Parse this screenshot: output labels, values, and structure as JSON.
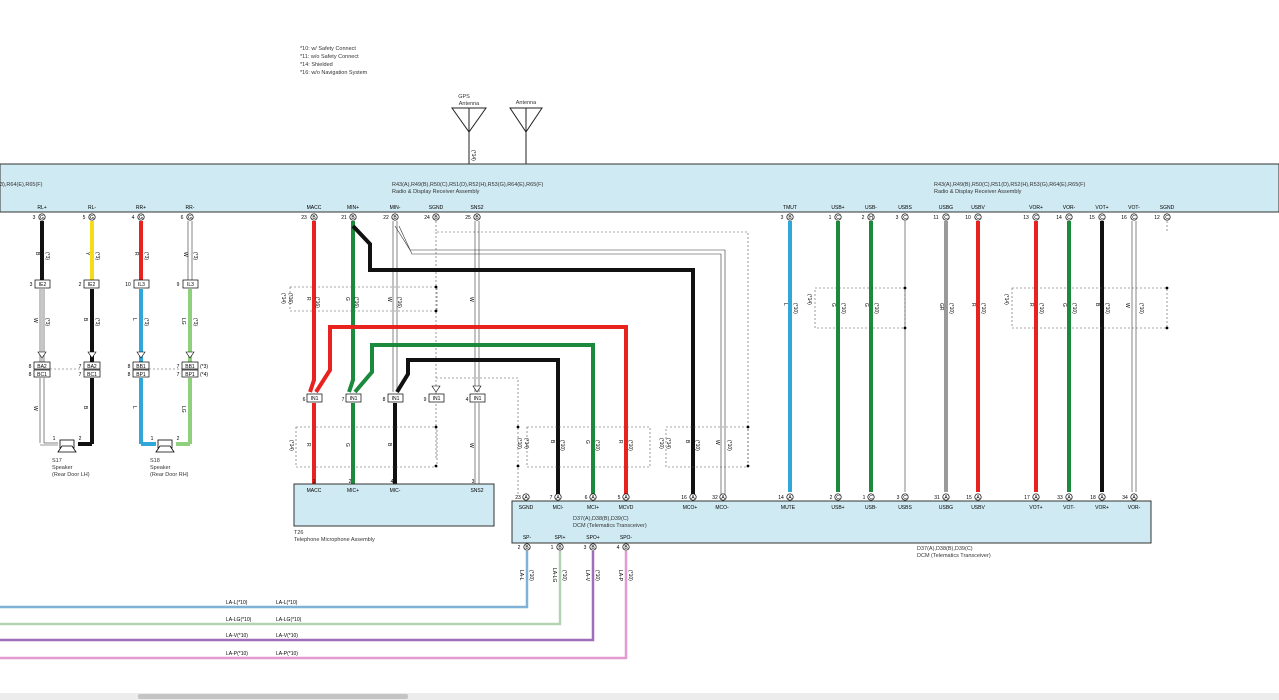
{
  "notes": [
    "*10: w/ Safety Connect",
    "*11: w/o Safety Connect",
    "*14: Shielded",
    "*16: w/o Navigation System"
  ],
  "antennas": [
    {
      "name": "gps-antenna",
      "label_lines": [
        "GPS",
        "Antenna"
      ],
      "cable_note": "(*14)"
    },
    {
      "name": "radio-antenna",
      "label_lines": [
        "Antenna"
      ]
    }
  ],
  "radio": {
    "left_code": "3),R64(E),R65(F)",
    "center_code": "R43(A),R49(B),R50(C),R51(D),R52(H),R53(G),R64(E),R65(F)",
    "center_name": "Radio & Display Receiver Assembly",
    "right_code": "R43(A),R49(B),R50(C),R51(D),R52(H),R53(G),R64(E),R65(F)",
    "right_name": "Radio & Display Receiver Assembly"
  },
  "radio_pins": [
    {
      "sig": "RL+",
      "pin": "3",
      "con": "G"
    },
    {
      "sig": "RL-",
      "pin": "5",
      "con": "G"
    },
    {
      "sig": "RR+",
      "pin": "4",
      "con": "G"
    },
    {
      "sig": "RR-",
      "pin": "6",
      "con": "G"
    },
    {
      "sig": "MACC",
      "pin": "23",
      "con": "B"
    },
    {
      "sig": "MIN+",
      "pin": "21",
      "con": "B"
    },
    {
      "sig": "MIN-",
      "pin": "22",
      "con": "B"
    },
    {
      "sig": "SGND",
      "pin": "24",
      "con": "B"
    },
    {
      "sig": "SNS2",
      "pin": "25",
      "con": "B"
    },
    {
      "sig": "TMUT",
      "pin": "3",
      "con": "B"
    },
    {
      "sig": "USB+",
      "pin": "1",
      "con": "C"
    },
    {
      "sig": "USB-",
      "pin": "2",
      "con": "H"
    },
    {
      "sig": "USBS",
      "pin": "3",
      "con": "C"
    },
    {
      "sig": "USBG",
      "pin": "11",
      "con": "C"
    },
    {
      "sig": "USBV",
      "pin": "10",
      "con": "C"
    },
    {
      "sig": "VOR+",
      "pin": "13",
      "con": "C"
    },
    {
      "sig": "VOR-",
      "pin": "14",
      "con": "C"
    },
    {
      "sig": "VOT+",
      "pin": "15",
      "con": "C"
    },
    {
      "sig": "VOT-",
      "pin": "16",
      "con": "C"
    },
    {
      "sig": "SGND",
      "pin": "12",
      "con": "C"
    }
  ],
  "wire_codes": {
    "B": "B",
    "Y": "Y",
    "R": "R",
    "W": "W",
    "G": "G",
    "L": "L",
    "LG": "LG",
    "GR": "GR",
    "LA_L": "LA-L",
    "LA_LG": "LA-LG",
    "LA_V": "LA-V",
    "LA_P": "LA-P",
    "n10": "(*10)",
    "n11": "(*11)",
    "n14": "(*14)",
    "n16": "(*16)",
    "n3": "(*3)",
    "n4": "(*4)"
  },
  "junctions": [
    {
      "pin": "3",
      "code": "IE2"
    },
    {
      "pin": "2",
      "code": "IE2"
    },
    {
      "pin": "10",
      "code": "IL3"
    },
    {
      "pin": "9",
      "code": "IL3"
    },
    {
      "pin": "8",
      "code": "BA2"
    },
    {
      "pin": "7",
      "code": "BA2"
    },
    {
      "pin": "8",
      "code": "BB1"
    },
    {
      "pin": "7",
      "code": "BB1"
    },
    {
      "pin": "8",
      "code": "BC1"
    },
    {
      "pin": "7",
      "code": "BC1"
    },
    {
      "pin": "8",
      "code": "BP1"
    },
    {
      "pin": "7",
      "code": "BP1"
    },
    {
      "pin": "6",
      "code": "IN1"
    },
    {
      "pin": "7",
      "code": "IN1"
    },
    {
      "pin": "8",
      "code": "IN1"
    },
    {
      "pin": "9",
      "code": "IN1"
    },
    {
      "pin": "4",
      "code": "IN1"
    }
  ],
  "speakers": [
    {
      "code": "S17",
      "name": "Speaker",
      "loc": "(Rear Door LH)",
      "pins": [
        "1",
        "2"
      ]
    },
    {
      "code": "S18",
      "name": "Speaker",
      "loc": "(Rear Door RH)",
      "pins": [
        "1",
        "2"
      ]
    }
  ],
  "mic": {
    "code": "T26",
    "name": "Telephone Microphone Assembly",
    "pins": [
      {
        "sig": "MACC",
        "pin": "1"
      },
      {
        "sig": "MIC+",
        "pin": "2"
      },
      {
        "sig": "MIC-",
        "pin": "4"
      },
      {
        "sig": "SNS2",
        "pin": "3"
      }
    ]
  },
  "dcm": {
    "code": "D37(A),D38(B),D39(C)",
    "name": "DCM (Telematics Transceiver)",
    "top_pins": [
      {
        "sig": "SGND",
        "pin": "23",
        "con": "A"
      },
      {
        "sig": "MCI-",
        "pin": "7",
        "con": "A"
      },
      {
        "sig": "MCI+",
        "pin": "6",
        "con": "A"
      },
      {
        "sig": "MCVD",
        "pin": "5",
        "con": "A"
      },
      {
        "sig": "MCO+",
        "pin": "16",
        "con": "A"
      },
      {
        "sig": "MCO-",
        "pin": "32",
        "con": "A"
      },
      {
        "sig": "MUTE",
        "pin": "14",
        "con": "A"
      },
      {
        "sig": "USB+",
        "pin": "2",
        "con": "C"
      },
      {
        "sig": "USB-",
        "pin": "1",
        "con": "C"
      },
      {
        "sig": "USBS",
        "pin": "3",
        "con": "C"
      },
      {
        "sig": "USBG",
        "pin": "31",
        "con": "A"
      },
      {
        "sig": "USBV",
        "pin": "15",
        "con": "A"
      },
      {
        "sig": "VOT+",
        "pin": "17",
        "con": "A"
      },
      {
        "sig": "VOT-",
        "pin": "33",
        "con": "A"
      },
      {
        "sig": "VOR+",
        "pin": "18",
        "con": "A"
      },
      {
        "sig": "VOR-",
        "pin": "34",
        "con": "A"
      }
    ],
    "bottom_pins": [
      {
        "sig": "SP-",
        "pin": "2",
        "con": "B"
      },
      {
        "sig": "SPI+",
        "pin": "1",
        "con": "B"
      },
      {
        "sig": "SPO+",
        "pin": "3",
        "con": "B"
      },
      {
        "sig": "SPO-",
        "pin": "4",
        "con": "B"
      }
    ]
  },
  "bottom_wires": [
    {
      "label": "LA-L(*10)",
      "label2": "LA-L(*10)",
      "color": "#7fb2d6"
    },
    {
      "label": "LA-LG(*10)",
      "label2": "LA-LG(*10)",
      "color": "#b4d2b4"
    },
    {
      "label": "LA-V(*10)",
      "label2": "LA-V(*10)",
      "color": "#9c6fb8"
    },
    {
      "label": "LA-P(*10)",
      "label2": "LA-P(*10)",
      "color": "#e39ad0"
    }
  ],
  "colors": {
    "box_fill": "#cfeaf2",
    "red": "#e8231f",
    "green": "#1c8a3c",
    "black": "#111111",
    "yellow": "#f5dc1a",
    "blue": "#2fa7d8",
    "lightgreen": "#8fd07c",
    "white": "#ffffff",
    "gray": "#9a9a9a"
  }
}
